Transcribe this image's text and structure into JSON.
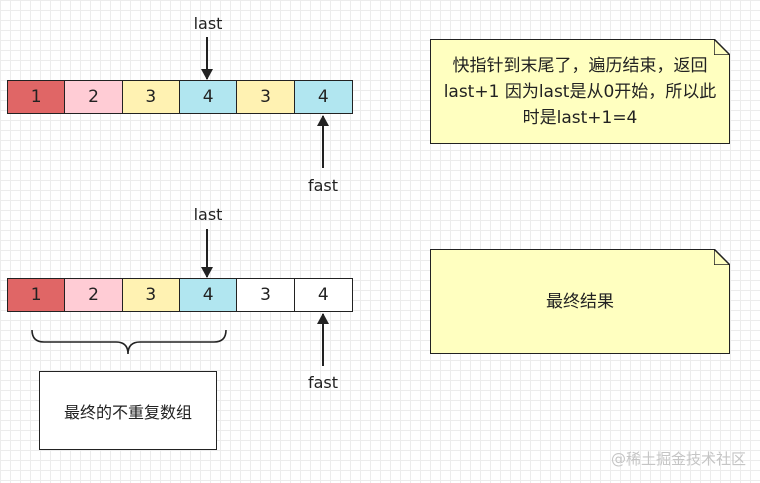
{
  "colors": {
    "red": "#e06666",
    "pink": "#ffccd5",
    "yellow": "#fff2b2",
    "cyan": "#b1e6f0",
    "white": "#ffffff",
    "note_fill": "#ffffc0"
  },
  "top_diagram": {
    "cells": [
      {
        "value": "1",
        "color": "#e06666"
      },
      {
        "value": "2",
        "color": "#ffccd5"
      },
      {
        "value": "3",
        "color": "#fff2b2"
      },
      {
        "value": "4",
        "color": "#b1e6f0"
      },
      {
        "value": "3",
        "color": "#fff2b2"
      },
      {
        "value": "4",
        "color": "#b1e6f0"
      }
    ],
    "last_label": "last",
    "fast_label": "fast",
    "note_text": "快指针到末尾了，遍历结束，返回last+1  因为last是从0开始，所以此时是last+1=4"
  },
  "bottom_diagram": {
    "cells": [
      {
        "value": "1",
        "color": "#e06666"
      },
      {
        "value": "2",
        "color": "#ffccd5"
      },
      {
        "value": "3",
        "color": "#fff2b2"
      },
      {
        "value": "4",
        "color": "#b1e6f0"
      },
      {
        "value": "3",
        "color": "#ffffff"
      },
      {
        "value": "4",
        "color": "#ffffff"
      }
    ],
    "last_label": "last",
    "fast_label": "fast",
    "result_box_label": "最终的不重复数组",
    "note_text": "最终结果"
  },
  "watermark": "@稀土掘金技术社区"
}
